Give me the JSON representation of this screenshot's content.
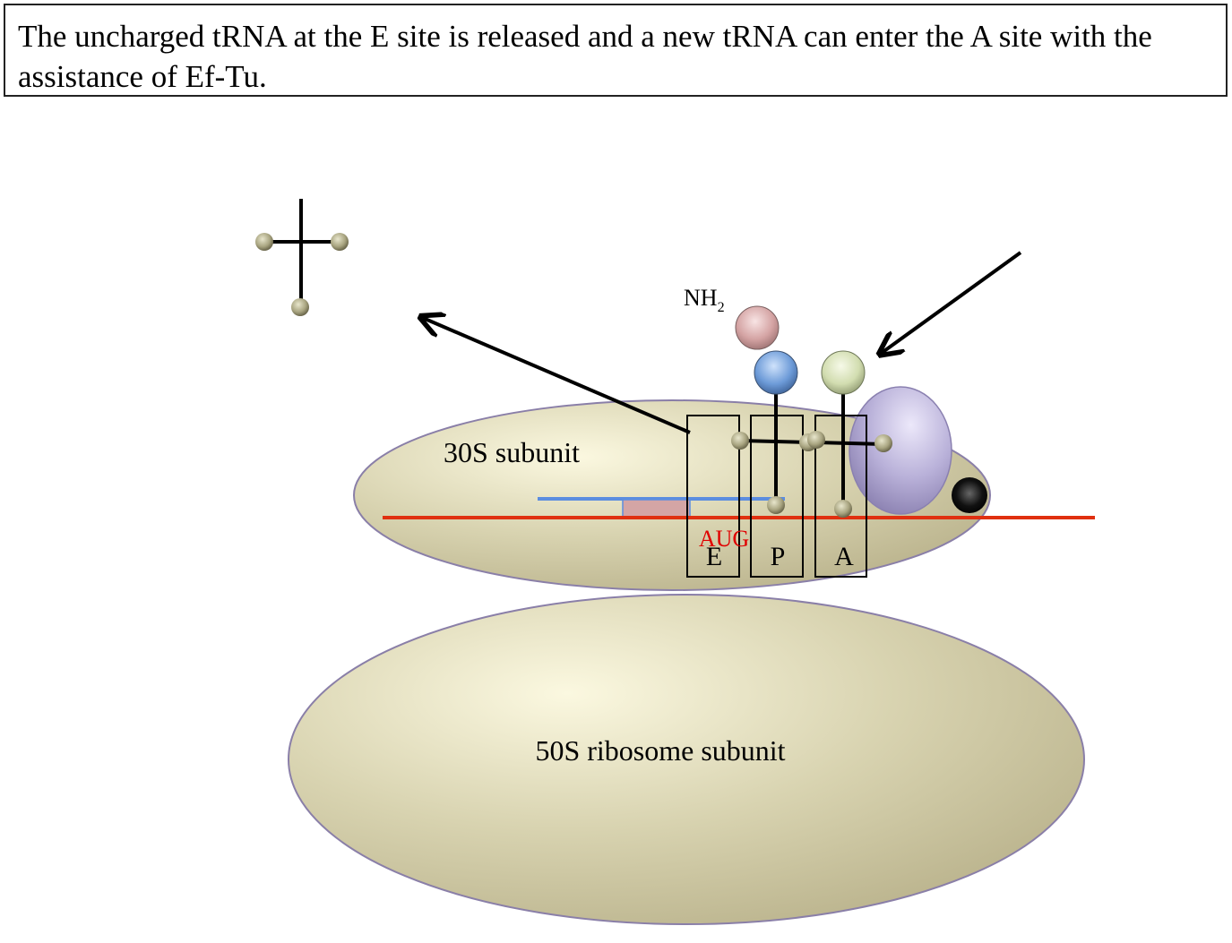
{
  "caption": {
    "text": "The uncharged tRNA at the E site is released and a new tRNA can enter the A site with the assistance of Ef-Tu."
  },
  "diagram": {
    "subunit_small": {
      "label": "30S subunit"
    },
    "subunit_large": {
      "label": "50S ribosome subunit"
    },
    "amino_group": {
      "label": "NH",
      "subscript": "2"
    },
    "start_codon": {
      "label": "AUG"
    },
    "sites": [
      {
        "label": "E"
      },
      {
        "label": "P"
      },
      {
        "label": "A"
      }
    ],
    "colors": {
      "ribosome_fill": "#d8d3b0",
      "ribosome_outline": "#8a7fa8",
      "mrna_line": "#e03010",
      "blue_strand": "#5b8de0",
      "pink_block": "#d4a5a5",
      "codon_text": "#e00000",
      "amino_acid_pink": "#d9a8a8",
      "amino_acid_blue": "#6d9bd8",
      "amino_acid_green": "#d5e0b0",
      "eftu_purple": "#b8b0d8",
      "trna_node": "#a8a480",
      "black_marker": "#111111"
    }
  }
}
